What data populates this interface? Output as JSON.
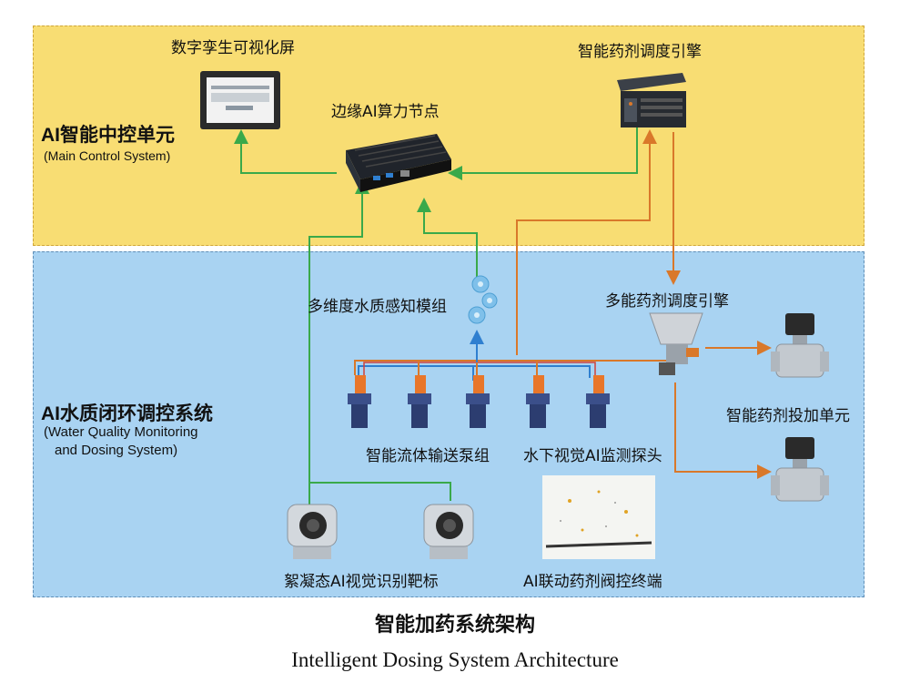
{
  "zones": {
    "top": {
      "title": "AI智能中控单元",
      "subtitle": "(Main Control System)"
    },
    "bottom": {
      "title": "AI水质闭环调控系统",
      "subtitle_line1": "(Water Quality Monitoring",
      "subtitle_line2": "and Dosing System)"
    }
  },
  "nodes": {
    "display": "数字孪生可视化屏",
    "edge_node": "边缘AI算力节点",
    "engine_top": "智能药剂调度引擎",
    "sensor_module": "多维度水质感知模组",
    "engine_bottom": "多能药剂调度引擎",
    "dosing_unit": "智能药剂投加单元",
    "pump_group": "智能流体输送泵组",
    "underwater_probe": "水下视觉AI监测探头",
    "floc_target": "絮凝态AI视觉识别靶标",
    "valve_terminal": "AI联动药剂阀控终端"
  },
  "footer": {
    "title": "智能加药系统架构",
    "subtitle": "Intelligent Dosing System Architecture"
  },
  "colors": {
    "top_zone": "#f8dd73",
    "bottom_zone": "#a9d3f2",
    "green_link": "#3aa94a",
    "orange_link": "#d9782a",
    "blue_link": "#2f7fd0",
    "red_link": "#d0413a"
  }
}
